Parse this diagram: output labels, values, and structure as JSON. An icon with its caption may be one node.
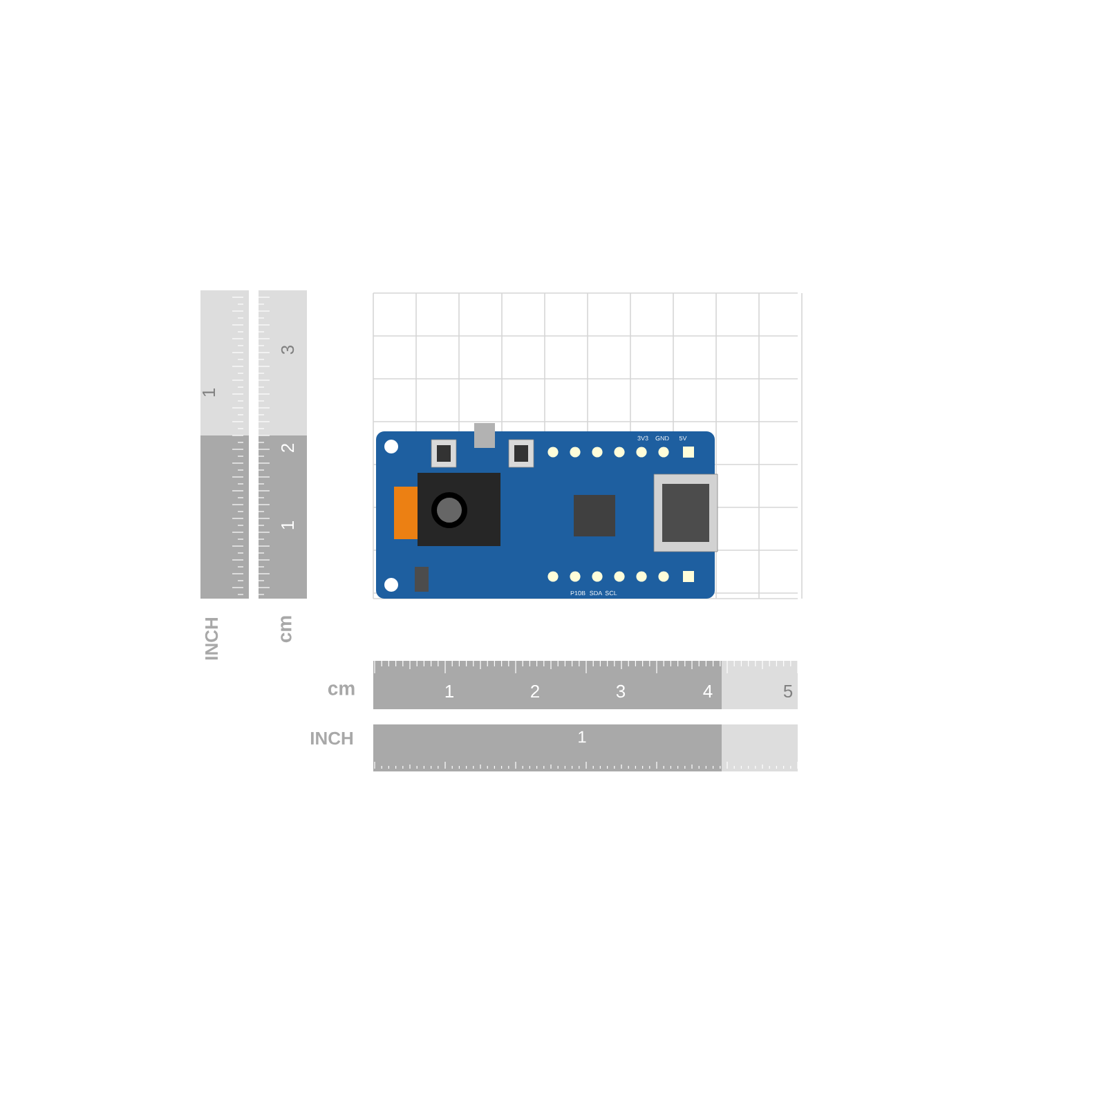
{
  "diagram": {
    "labels": [
      "3",
      "1",
      "2",
      "1",
      "3V3",
      "GND",
      "5V",
      "P10B",
      "SDA",
      "SCL",
      "INCH",
      "cm",
      "cm",
      "1",
      "2",
      "3",
      "4",
      "5",
      "INCH",
      "1"
    ]
  }
}
